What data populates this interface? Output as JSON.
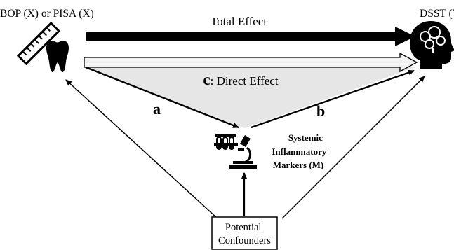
{
  "nodes": {
    "exposure_label": "BOP (X) or PISA (X)",
    "outcome_label": "DSST (Y)",
    "mediator_label_lines": [
      "Systemic",
      "Inflammatory",
      "Markers (M)"
    ],
    "confounder_label_lines": [
      "Potential",
      "Confounders"
    ]
  },
  "paths": {
    "total_effect": "Total Effect",
    "direct_effect_letter": "c",
    "direct_effect_text": ": Direct Effect",
    "path_a": "a",
    "path_b": "b"
  },
  "icons": {
    "exposure": "tooth-with-ruler-icon",
    "outcome": "head-with-brain-icon",
    "mediator": "microscope-with-test-tubes-icon"
  },
  "colors": {
    "total_arrow": "#000000",
    "direct_arrow_fill": "#f2f2f2",
    "triangle_fill": "#e6e6e6",
    "stroke": "#000000"
  }
}
